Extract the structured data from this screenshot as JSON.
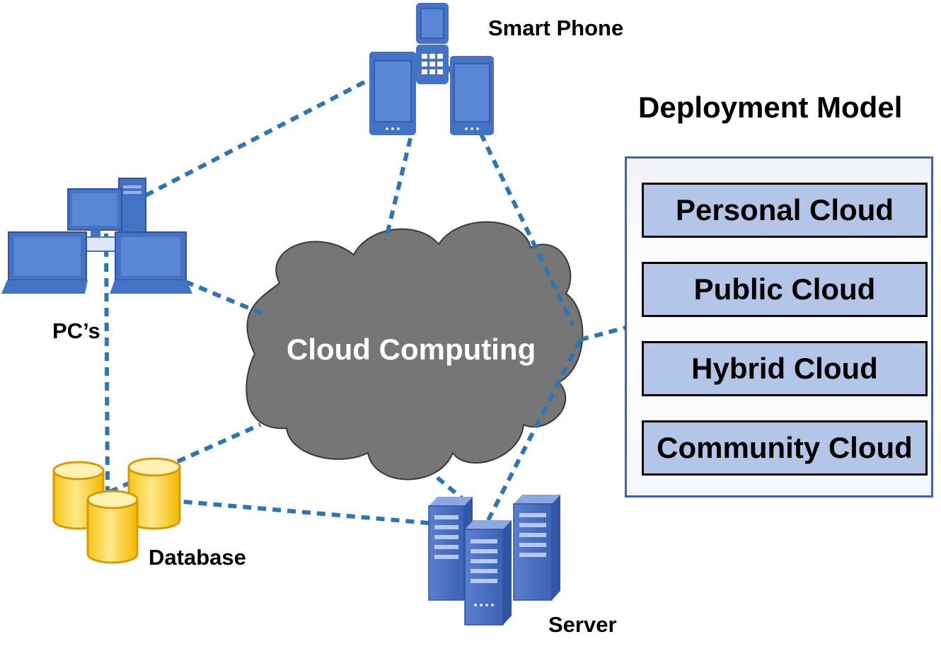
{
  "labels": {
    "smart_phone": "Smart Phone",
    "pcs": "PC’s",
    "database": "Database",
    "server": "Server",
    "cloud": "Cloud Computing"
  },
  "deployment_model": {
    "title": "Deployment Model",
    "items": [
      "Personal Cloud",
      "Public Cloud",
      "Hybrid Cloud",
      "Community Cloud"
    ]
  },
  "colors": {
    "device_blue": "#4472c4",
    "connector_blue": "#2e75b6",
    "cloud_gray": "#767676",
    "database_yellow": "#ffd966",
    "item_fill": "#b4c6e7",
    "panel_border": "#3f63b0"
  }
}
